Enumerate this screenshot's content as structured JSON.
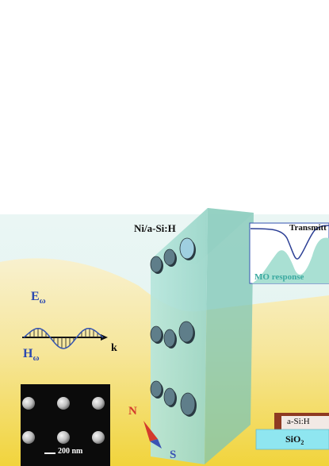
{
  "sample_label": "Ni/a-Si:H",
  "wave": {
    "e_label": "E",
    "h_label": "H",
    "subscript": "ω",
    "k_label": "k"
  },
  "sem": {
    "scale_label": "200 nm"
  },
  "magnet": {
    "north": "N",
    "south": "S"
  },
  "spectrum": {
    "transmittance_label": "Transmitt",
    "mo_label": "MO response"
  },
  "layers": {
    "top": "a-Si:H",
    "bottom_main": "SiO",
    "bottom_sub": "2"
  },
  "colors": {
    "background_cyan": "#e3f4f2",
    "background_yellow": "#f2d640",
    "membrane": "#a9ddd2",
    "wave_blue": "#3353b0",
    "north_red": "#d33a2c",
    "south_blue": "#3a53b4",
    "asih_layer": "#8e3a22",
    "sio2_layer": "#8fe6f0"
  }
}
